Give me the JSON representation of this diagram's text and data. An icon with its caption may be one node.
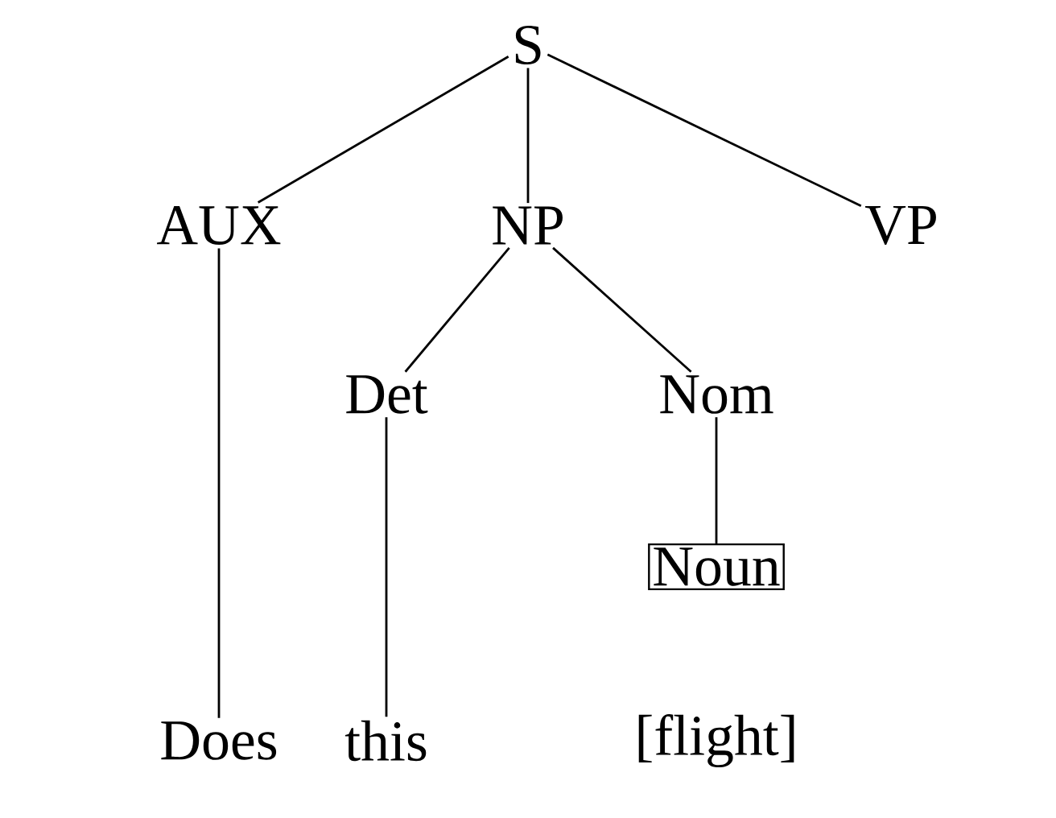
{
  "diagram": {
    "nodes": [
      {
        "text": [
          "S"
        ]
      },
      {
        "text": [
          "AUX"
        ]
      },
      {
        "text": [
          "NP"
        ]
      },
      {
        "text": [
          "VP"
        ]
      },
      {
        "text": [
          "Det"
        ]
      },
      {
        "text": [
          "Nom"
        ]
      },
      {
        "text": [
          "Noun"
        ]
      },
      {
        "text": [
          "Does"
        ]
      },
      {
        "text": [
          "this"
        ]
      }
    ],
    "edges": [
      {
        "from": 0,
        "to": 1,
        "arrow": "none"
      },
      {
        "from": 0,
        "to": 2,
        "arrow": "none"
      },
      {
        "from": 0,
        "to": 3,
        "arrow": "none"
      },
      {
        "from": 1,
        "to": 7,
        "arrow": "none"
      },
      {
        "from": 2,
        "to": 4,
        "arrow": "none"
      },
      {
        "from": 2,
        "to": 5,
        "arrow": "none"
      },
      {
        "from": 4,
        "to": 8,
        "arrow": "none"
      },
      {
        "from": 5,
        "to": 6,
        "arrow": "none"
      }
    ],
    "labels": [
      "[flight]"
    ]
  }
}
